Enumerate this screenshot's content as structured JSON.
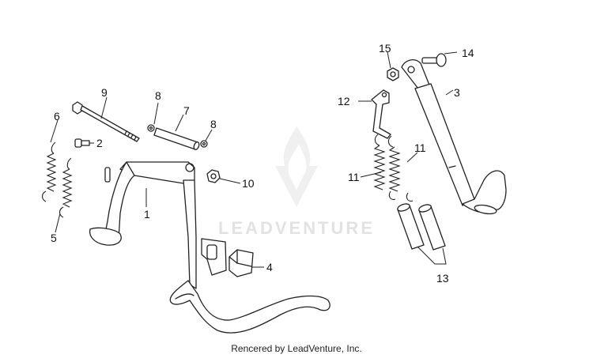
{
  "watermark": {
    "text": "LEADVENTURE"
  },
  "credit": "Rencered by LeadVenture, Inc.",
  "callouts": {
    "c1": "1",
    "c2": "2",
    "c3": "3",
    "c4": "4",
    "c5": "5",
    "c6": "6",
    "c7": "7",
    "c8a": "8",
    "c8b": "8",
    "c9": "9",
    "c10": "10",
    "c11a": "11",
    "c11b": "11",
    "c12": "12",
    "c13": "13",
    "c14": "14",
    "c15": "15"
  }
}
